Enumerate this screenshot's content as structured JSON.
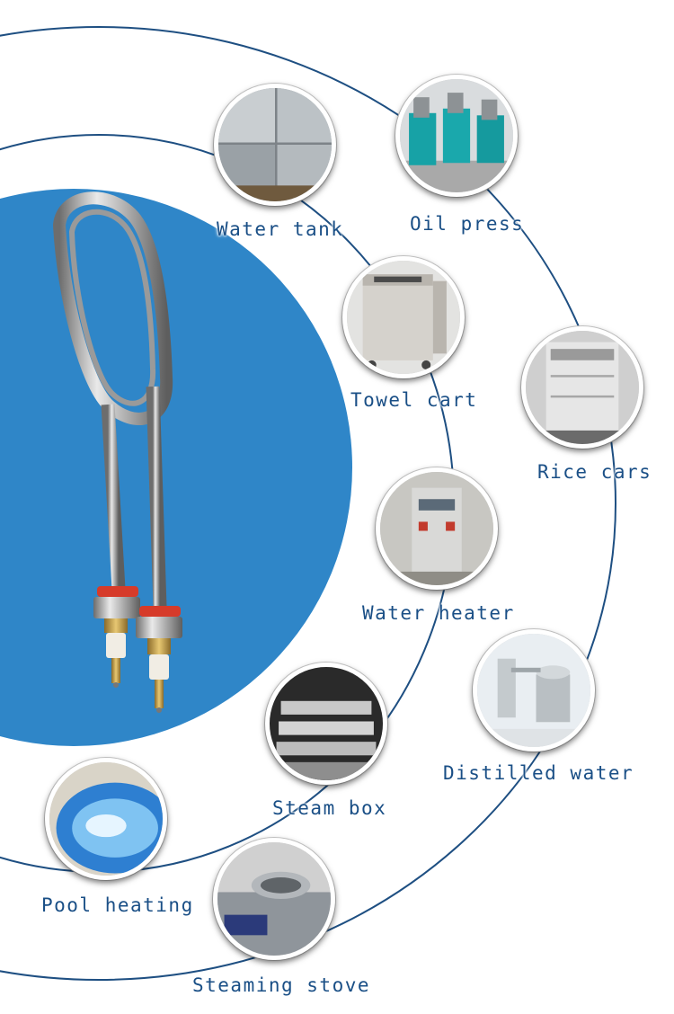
{
  "colors": {
    "blue_disc": "#2f86c8",
    "arc_line": "#1e4f82",
    "label_text": "#1a4f86"
  },
  "product": {
    "name": "u-shaped-tubular-heating-element"
  },
  "applications": [
    {
      "id": "water-tank",
      "label": "Water tank"
    },
    {
      "id": "oil-press",
      "label": "Oil press"
    },
    {
      "id": "towel-cart",
      "label": "Towel cart"
    },
    {
      "id": "rice-cars",
      "label": "Rice cars"
    },
    {
      "id": "water-heater",
      "label": "Water heater"
    },
    {
      "id": "distilled-water",
      "label": "Distilled water"
    },
    {
      "id": "steam-box",
      "label": "Steam box"
    },
    {
      "id": "pool-heating",
      "label": "Pool heating"
    },
    {
      "id": "steaming-stove",
      "label": "Steaming stove"
    }
  ]
}
